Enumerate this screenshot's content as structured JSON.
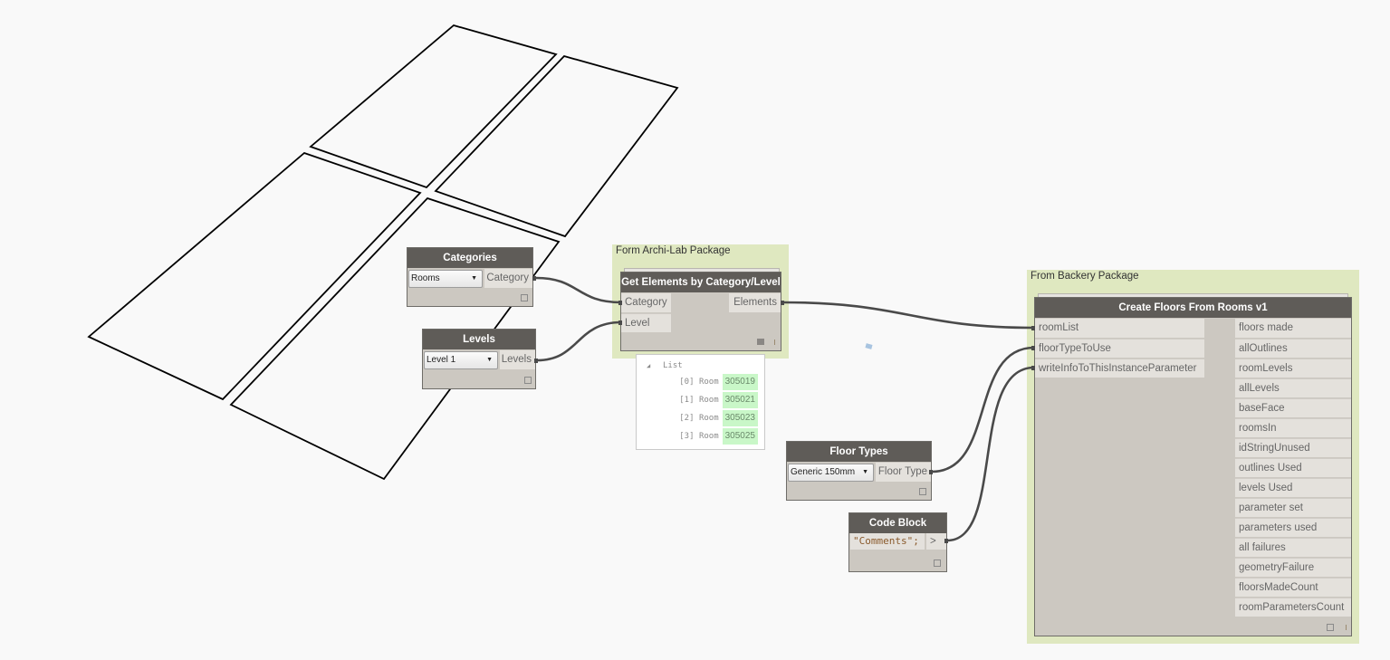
{
  "canvas": {
    "background": "#f9f9f9",
    "wire_color": "#4a4a4a",
    "group_color": "#dfe8c0",
    "node_header_color": "#5f5c58"
  },
  "geometry_preview": {
    "shapes": [
      "room-outline-1",
      "room-outline-2",
      "room-outline-3",
      "room-outline-4"
    ]
  },
  "nodes": {
    "categories": {
      "title": "Categories",
      "dropdown_value": "Rooms",
      "output": "Category"
    },
    "levels": {
      "title": "Levels",
      "dropdown_value": "Level 1",
      "output": "Levels"
    },
    "get_elements": {
      "group_title": "Form Archi-Lab Package",
      "title": "Get Elements by Category/Level",
      "inputs": [
        "Category",
        "Level"
      ],
      "output": "Elements"
    },
    "watch": {
      "header": "List",
      "items": [
        {
          "index": "[0] Room",
          "value": "305019"
        },
        {
          "index": "[1] Room",
          "value": "305021"
        },
        {
          "index": "[2] Room",
          "value": "305023"
        },
        {
          "index": "[3] Room",
          "value": "305025"
        }
      ]
    },
    "floor_types": {
      "title": "Floor Types",
      "dropdown_value": "Generic 150mm",
      "output": "Floor Type"
    },
    "code_block": {
      "title": "Code Block",
      "code": "\"Comments\";",
      "output": ">"
    },
    "create_floors": {
      "group_title": "From Backery Package",
      "title": "Create Floors From Rooms v1",
      "inputs": [
        "roomList",
        "floorTypeToUse",
        "writeInfoToThisInstanceParameter"
      ],
      "outputs": [
        "floors made",
        "allOutlines",
        "roomLevels",
        "allLevels",
        "baseFace",
        "roomsIn",
        "idStringUnused",
        "outlines Used",
        "levels Used",
        "parameter set",
        "parameters used",
        "all failures",
        "geometryFailure",
        "floorsMadeCount",
        "roomParametersCount"
      ]
    }
  }
}
